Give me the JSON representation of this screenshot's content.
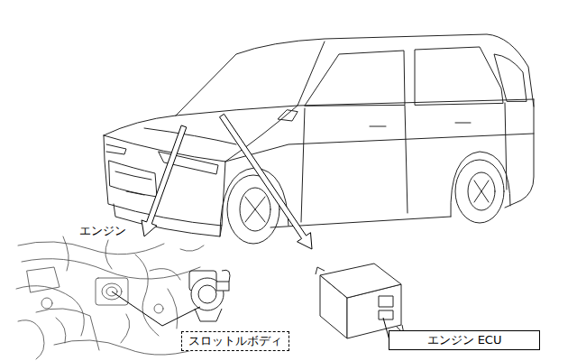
{
  "diagram": {
    "nodes": [
      {
        "text": [
          "スロットルボディ"
        ]
      },
      {
        "text": [
          "エンジン ECU"
        ]
      }
    ],
    "labels": [
      "エンジン"
    ]
  }
}
